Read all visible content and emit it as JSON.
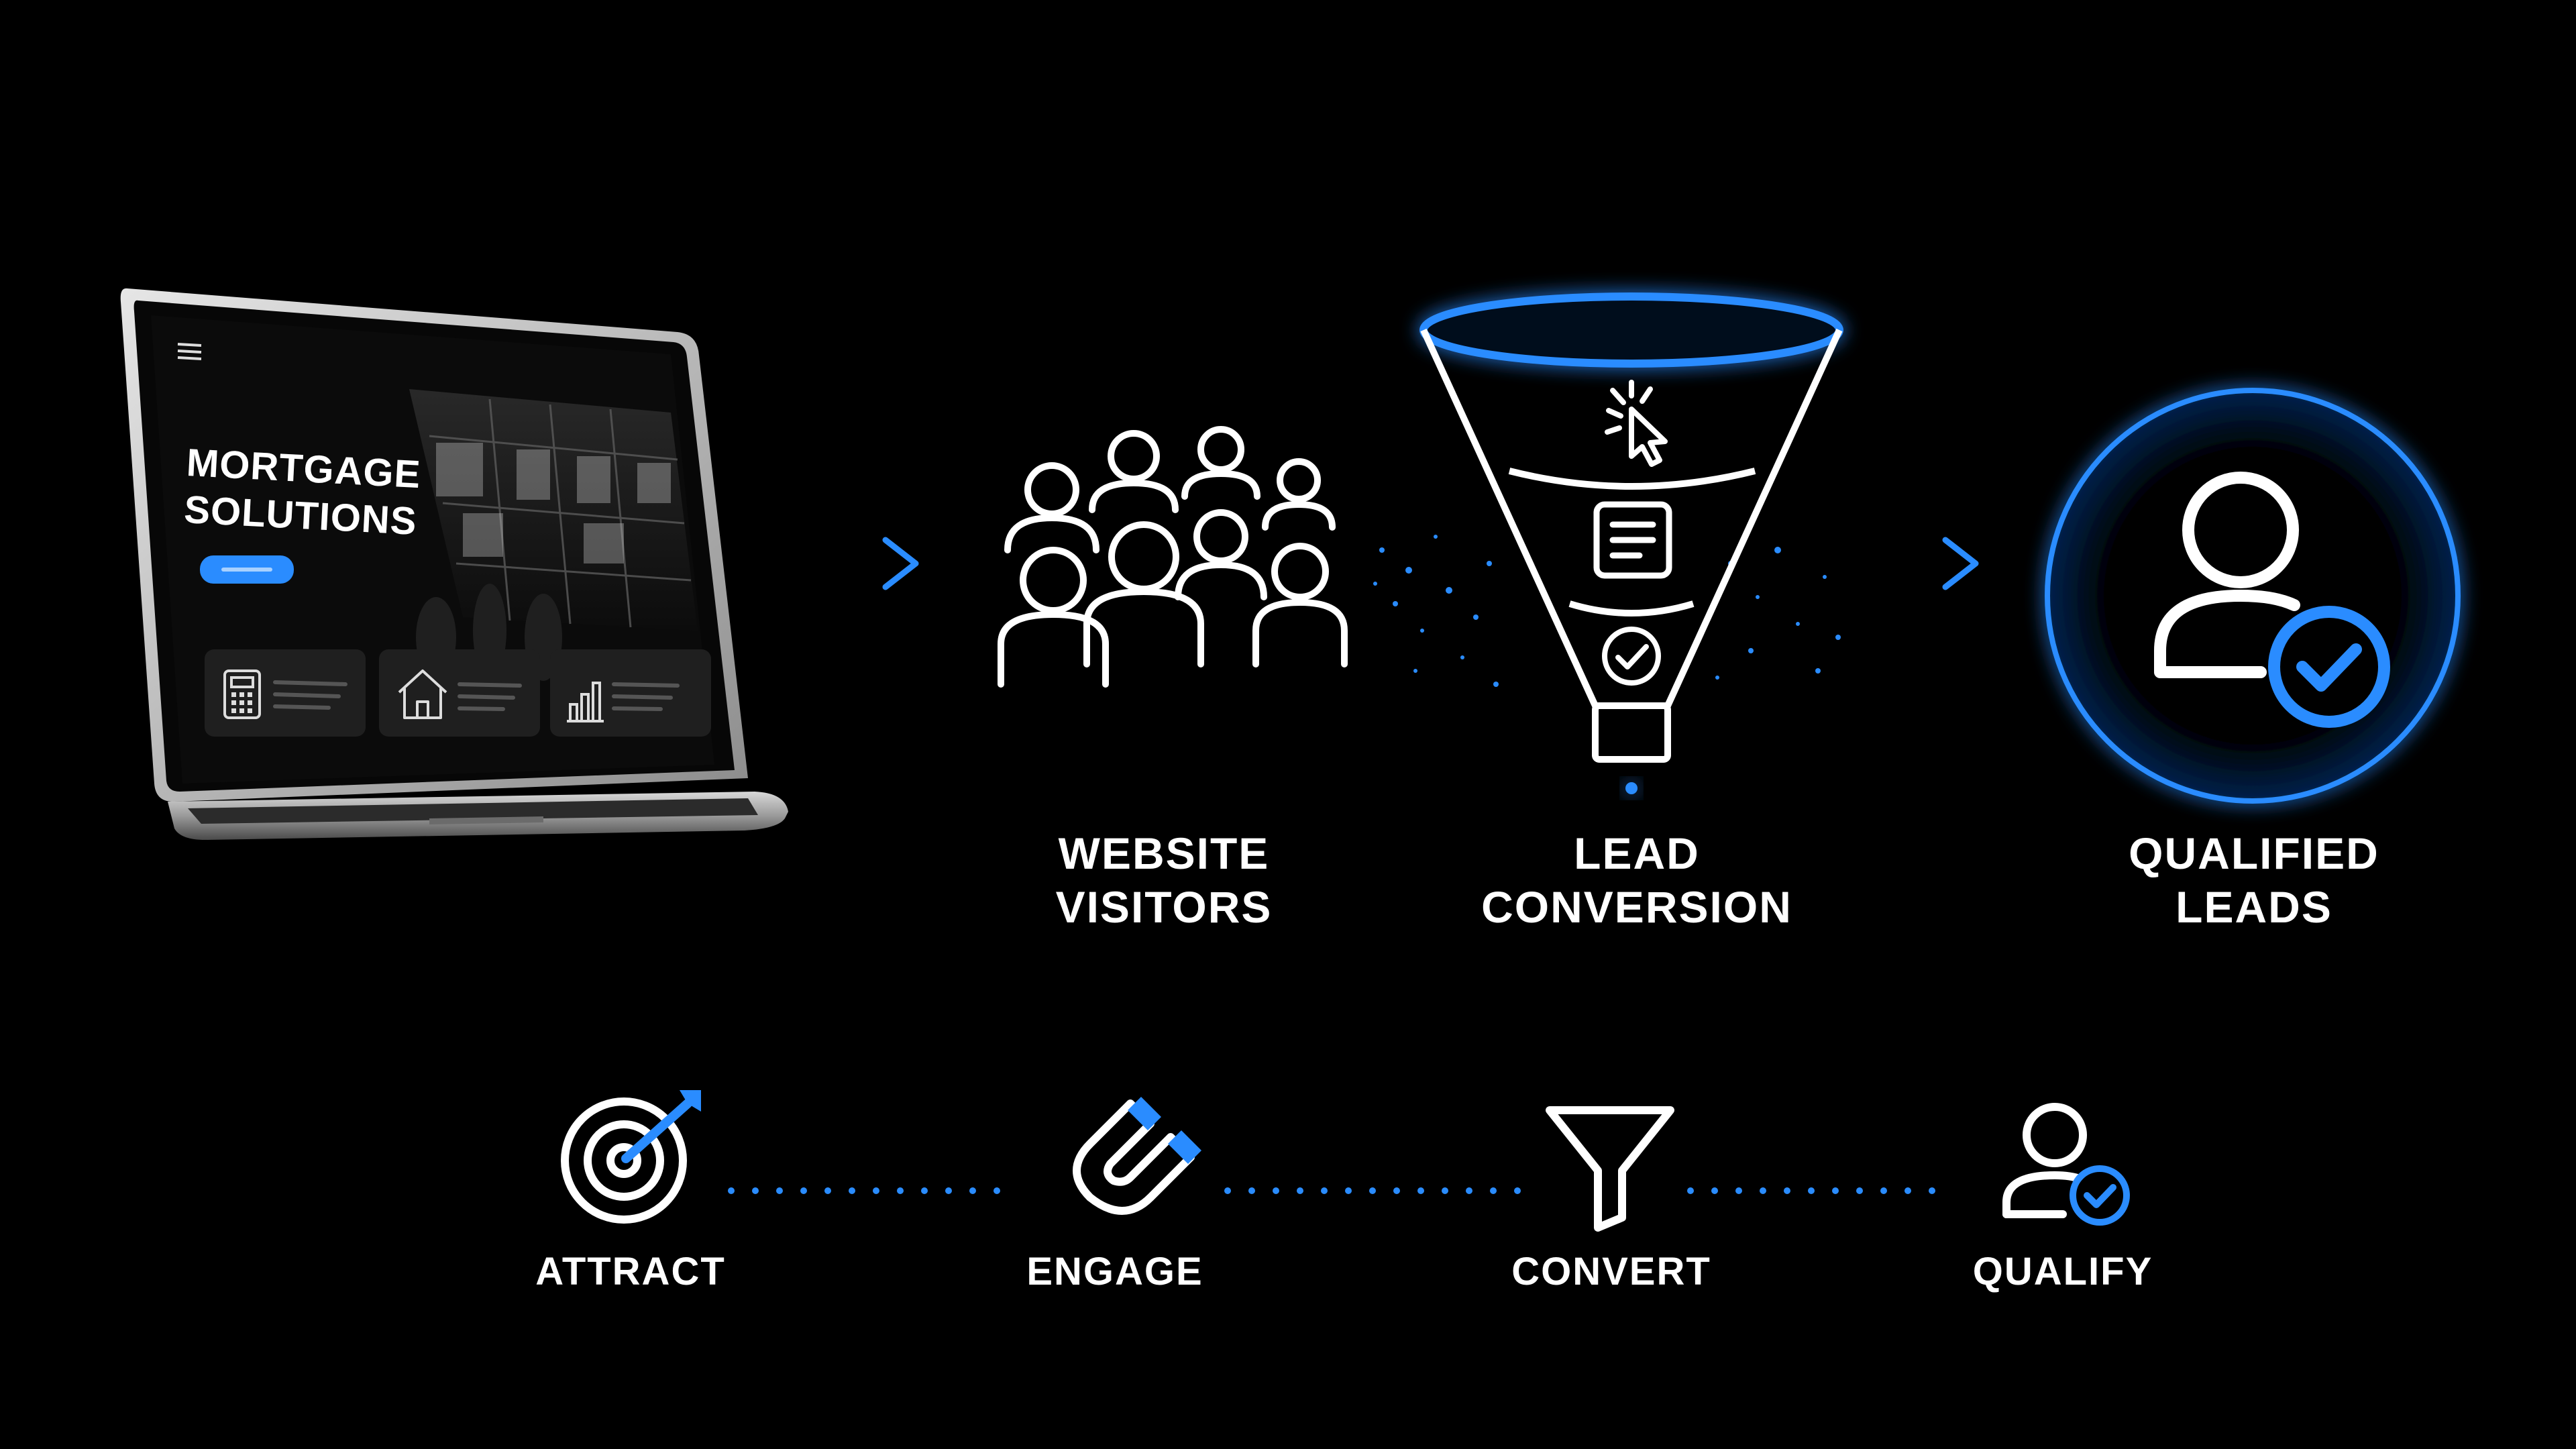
{
  "laptop": {
    "hero_title_line1": "MORTGAGE",
    "hero_title_line2": "SOLUTIONS",
    "tiles": [
      {
        "icon": "calculator-icon"
      },
      {
        "icon": "house-icon"
      },
      {
        "icon": "bar-chart-icon"
      }
    ]
  },
  "stages": [
    {
      "id": "visitors",
      "line1": "WEBSITE",
      "line2": "VISITORS",
      "icon": "people-group-icon"
    },
    {
      "id": "conversion",
      "line1": "LEAD",
      "line2": "CONVERSION",
      "icon": "funnel-icon"
    },
    {
      "id": "qualified",
      "line1": "QUALIFIED",
      "line2": "LEADS",
      "icon": "user-check-icon"
    }
  ],
  "steps": [
    {
      "label": "ATTRACT",
      "icon": "target-arrow-icon"
    },
    {
      "label": "ENGAGE",
      "icon": "magnet-icon"
    },
    {
      "label": "CONVERT",
      "icon": "filter-icon"
    },
    {
      "label": "QUALIFY",
      "icon": "user-check-small-icon"
    }
  ],
  "colors": {
    "accent": "#2a8cff",
    "glow": "#1e6bff",
    "background": "#000000",
    "stroke": "#ffffff"
  }
}
